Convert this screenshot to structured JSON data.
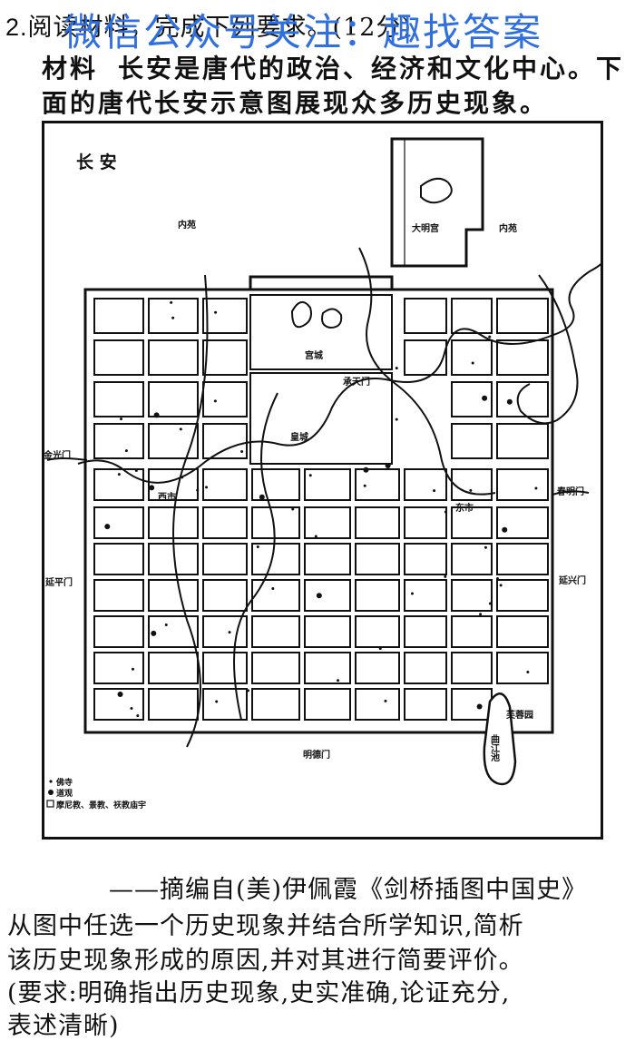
{
  "question": {
    "number": "2.",
    "prefix": "阅读材料，完成下列要求。",
    "score": "(12分)"
  },
  "watermark": "微信公众号关注：趣找答案",
  "material": {
    "label": "材料",
    "line1": "长安是唐代的政治、经济和文化中心。下",
    "line2": "面的唐代长安示意图展现众多历史现象。"
  },
  "map": {
    "title": "长 安",
    "labels": {
      "neiyuan_left": "内苑",
      "daming": "大明宫",
      "neiyuan_right": "内苑",
      "gongcheng": "宫城",
      "chengtian": "承天门",
      "huangcheng": "皇城",
      "jinguang": "金光门",
      "xishi": "西市",
      "dongshi": "东市",
      "chunming": "春明门",
      "yanping": "延平门",
      "yanxing": "延兴门",
      "furong": "芙蓉园",
      "qujiang": "曲江池",
      "mingde": "明德门"
    },
    "legend": {
      "buddhist": "佛寺",
      "taoist": "道观",
      "other": "摩尼教、景教、祆教庙宇"
    }
  },
  "source": "——摘编自(美)伊佩霞《剑桥插图中国史》",
  "task": {
    "line1": "从图中任选一个历史现象并结合所学知识,简析",
    "line2": "该历史现象形成的原因,并对其进行简要评价。",
    "line3": "(要求:明确指出历史现象,史实准确,论证充分,",
    "line4": "表述清晰)"
  }
}
